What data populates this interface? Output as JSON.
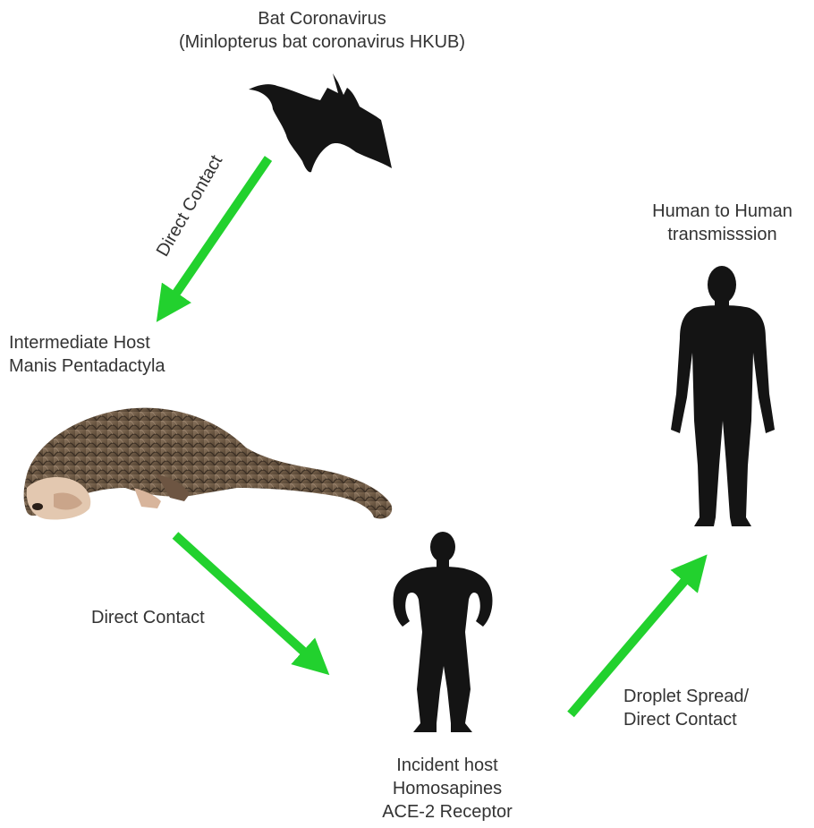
{
  "bat": {
    "title_line1": "Bat Coronavirus",
    "title_line2": "(Minlopterus bat coronavirus HKUB)",
    "icon": "bat-icon"
  },
  "edge_bat_to_pangolin": {
    "label": "Direct Contact"
  },
  "intermediate_host": {
    "line1": "Intermediate Host",
    "line2": "Manis Pentadactyla",
    "icon": "pangolin-icon"
  },
  "edge_pangolin_to_human": {
    "label": "Direct Contact"
  },
  "incident_host": {
    "line1": "Incident host",
    "line2": "Homosapines",
    "line3": "ACE-2 Receptor",
    "icon": "human-hands-on-hips-icon"
  },
  "edge_human_to_human": {
    "line1": "Droplet Spread/",
    "line2": "Direct Contact"
  },
  "human_transmission": {
    "line1": "Human to Human",
    "line2": "transmisssion",
    "icon": "human-standing-icon"
  },
  "colors": {
    "arrow": "#22d12e",
    "silhouette": "#141414",
    "text": "#333333"
  }
}
